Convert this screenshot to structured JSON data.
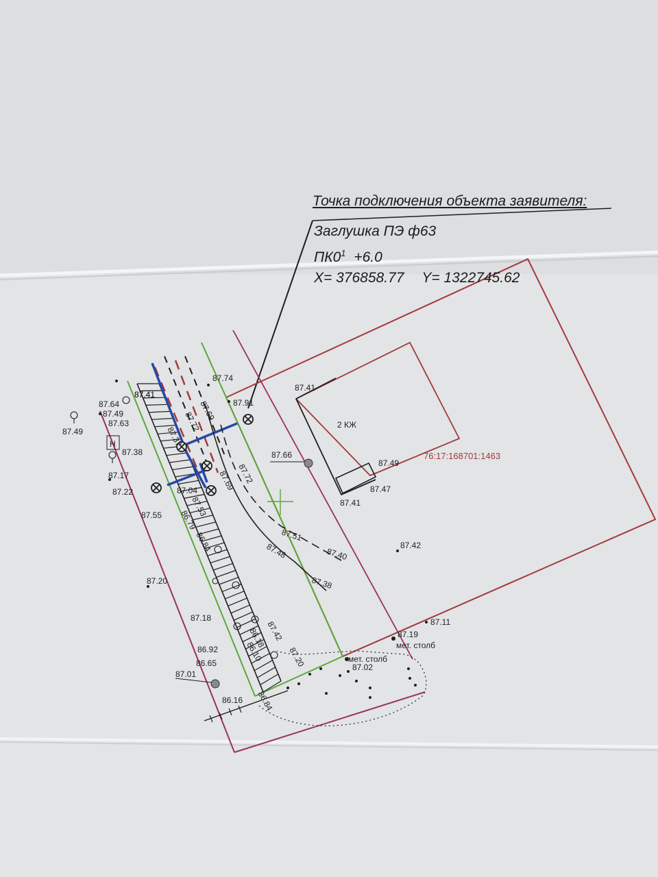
{
  "connection_point": {
    "heading": "Точка подключения объекта заявителя:",
    "plug": "Заглушка ПЭ ф63",
    "picket_main": "ПК0",
    "picket_sup": "1",
    "picket_offset": "+6.0",
    "x": "X= 376858.77",
    "y": "Y= 1322745.62"
  },
  "building": {
    "label": "2 КЖ"
  },
  "parcel": {
    "cadastral_number": "76:17:168701:1463"
  },
  "notes": {
    "metal_pole_1": "мет. столб",
    "metal_pole_2": "мет. столб",
    "letter_h": "Н"
  },
  "colors": {
    "paper": "#e2e4e6",
    "ink": "#1e1e1e",
    "parcel_boundary": "#a33a3a",
    "road_boundary": "#9c2f60",
    "green_line": "#5aa83a",
    "gas_blue": "#2648a8"
  },
  "elevations": [
    "87.74",
    "87.91",
    "87.69",
    "87.72",
    "87.41",
    "87.64",
    "87.49",
    "87.63",
    "87.41",
    "87.49",
    "87.38",
    "87.17",
    "87.22",
    "87.37",
    "87.55",
    "87.66",
    "87.72",
    "87.69",
    "87.41",
    "87.49",
    "87.47",
    "87.41",
    "87.04",
    "87.53",
    "87.51",
    "87.40",
    "87.48",
    "87.38",
    "87.42",
    "87.20",
    "87.18",
    "86.92",
    "86.65",
    "87.01",
    "86.16",
    "87.42",
    "86.18",
    "86.10",
    "87.20",
    "87.02",
    "87.19",
    "87.11",
    "86.84",
    "86.79",
    "86.84"
  ]
}
